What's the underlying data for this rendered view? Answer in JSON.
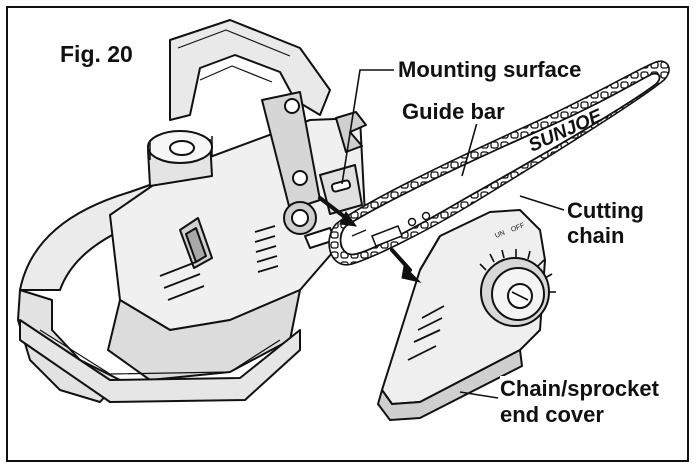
{
  "figure": {
    "label": "Fig. 20",
    "brand_text": "SUNJOE",
    "callouts": {
      "mounting_surface": "Mounting surface",
      "guide_bar": "Guide bar",
      "cutting_chain_line1": "Cutting",
      "cutting_chain_line2": "chain",
      "end_cover_line1": "Chain/sprocket",
      "end_cover_line2": "end cover"
    },
    "cover_markings": [
      "UN",
      "OFF"
    ]
  },
  "colors": {
    "line": "#111111",
    "fill_light": "#f2f2f2",
    "fill_mid": "#d9d9d9",
    "fill_dark": "#8a8a8a",
    "background": "#ffffff"
  }
}
